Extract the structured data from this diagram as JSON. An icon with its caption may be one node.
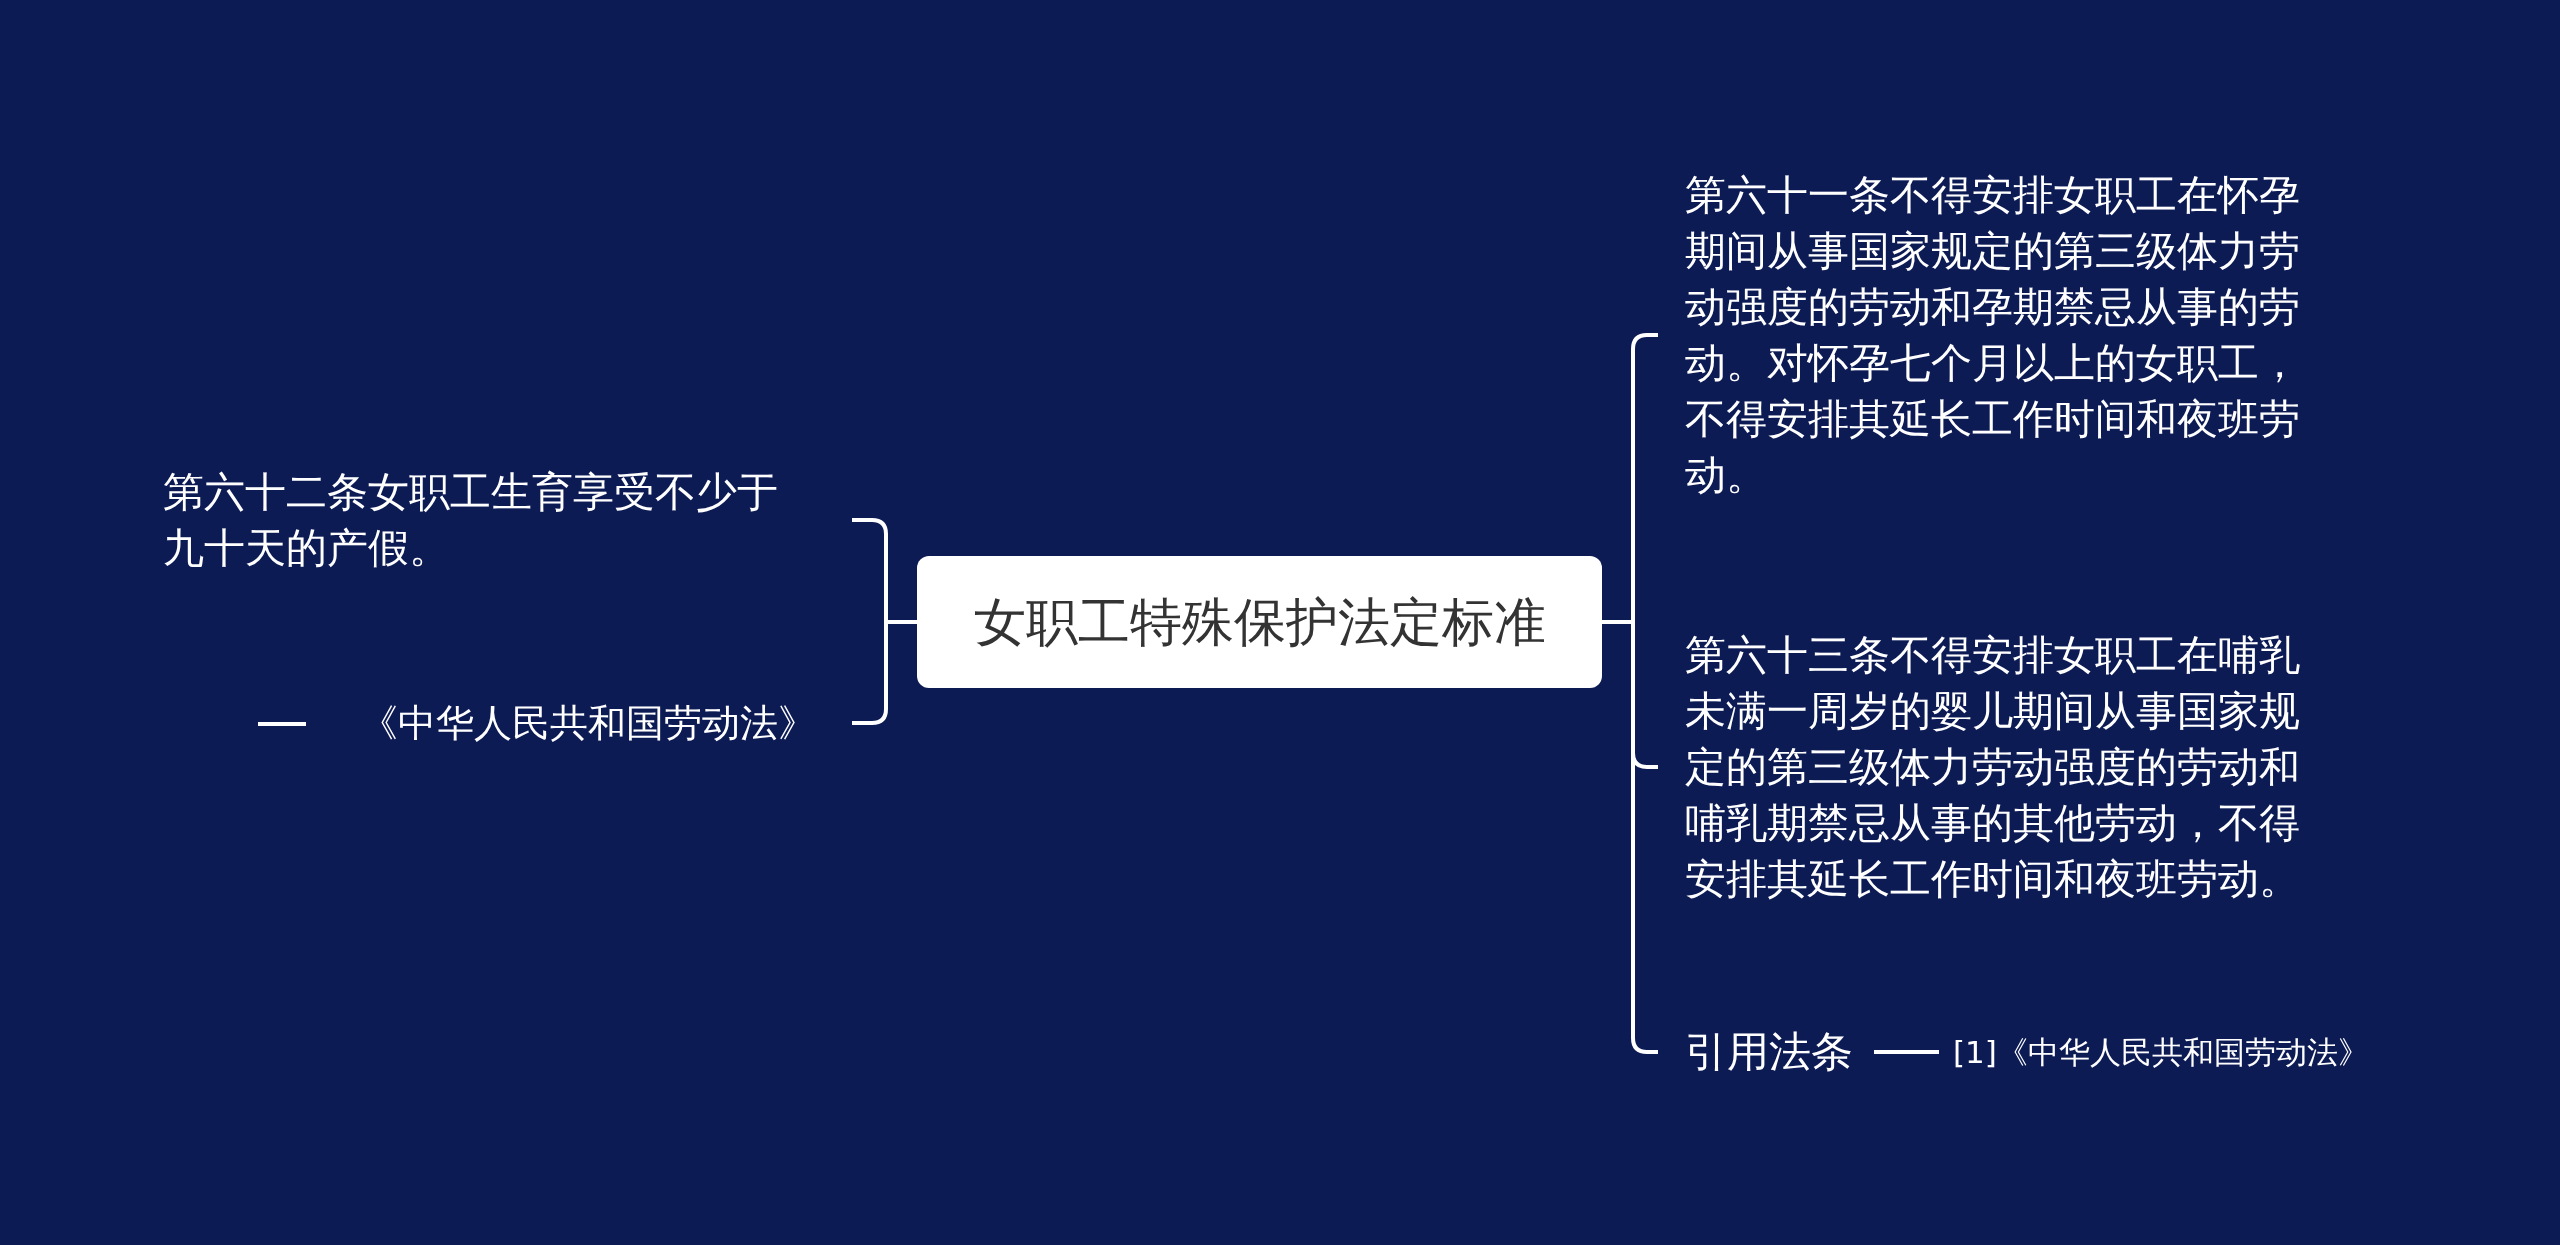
{
  "diagram": {
    "nodes": [
      {
        "text": [
          "女职工特殊保护法定标准"
        ]
      },
      {
        "text": [
          "第六十二条女职工生育享受不少于九十天的产假。"
        ]
      },
      {
        "text": [
          "《中华人民共和国劳动法》"
        ]
      },
      {
        "text": [
          "第六十一条不得安排女职工在怀孕期间从事国家规定的第三级体力劳动强度的劳动和孕期禁忌从事的劳动。对怀孕七个月以上的女职工，不得安排其延长工作时间和夜班劳动。"
        ]
      },
      {
        "text": [
          "第六十三条不得安排女职工在哺乳未满一周岁的婴儿期间从事国家规定的第三级体力劳动强度的劳动和哺乳期禁忌从事的其他劳动，不得安排其延长工作时间和夜班劳动。"
        ]
      },
      {
        "text": [
          "引用法条"
        ]
      },
      {
        "text": [
          "[1]《中华人民共和国劳动法》"
        ]
      }
    ],
    "edges": [
      {
        "from": 0,
        "to": 1,
        "arrow": "none"
      },
      {
        "from": 0,
        "to": 2,
        "arrow": "none"
      },
      {
        "from": 0,
        "to": 3,
        "arrow": "none"
      },
      {
        "from": 0,
        "to": 4,
        "arrow": "none"
      },
      {
        "from": 0,
        "to": 5,
        "arrow": "none"
      },
      {
        "from": 5,
        "to": 6,
        "arrow": "none"
      }
    ]
  }
}
